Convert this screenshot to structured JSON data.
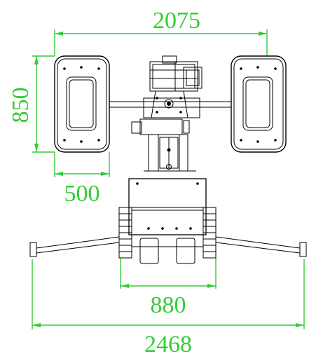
{
  "dimensions": {
    "overall_width_top": "2075",
    "pad_height": "850",
    "pad_width": "500",
    "track_width": "880",
    "overall_width_bottom": "2468"
  },
  "colors": {
    "dimension": "#33cc33",
    "line": "#000000",
    "background": "#ffffff"
  }
}
